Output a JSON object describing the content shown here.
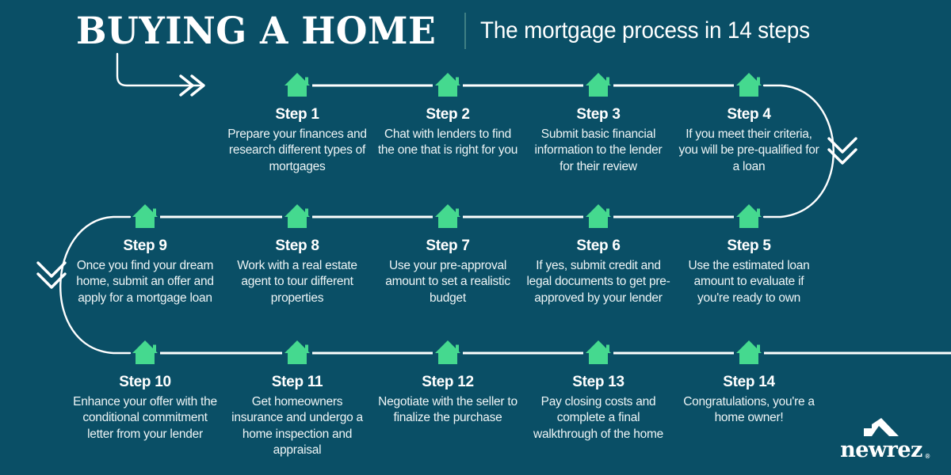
{
  "header": {
    "title": "BUYING A HOME",
    "subtitle": "The mortgage process in 14 steps",
    "divider_color": "#3f7f83"
  },
  "theme": {
    "background": "#0a4f66",
    "house_green": "#45d98f",
    "text_white": "#ffffff",
    "body_text": "#eef5f6"
  },
  "icons": {
    "house": "house-icon",
    "chevron_down": "double-chevron-down-icon",
    "chevron_right": "double-chevron-right-icon",
    "logo_mark": "newrez-roof-logo-icon"
  },
  "rows": [
    {
      "id": "row-1",
      "direction": "left-to-right",
      "steps": [
        {
          "title": "Step 1",
          "desc": "Prepare your finances and research different types of mortgages"
        },
        {
          "title": "Step 2",
          "desc": "Chat with lenders to find the one that is right for you"
        },
        {
          "title": "Step 3",
          "desc": "Submit basic financial information to the lender for their review"
        },
        {
          "title": "Step 4",
          "desc": "If you meet their criteria, you will be pre-qualified for a loan"
        }
      ]
    },
    {
      "id": "row-2",
      "direction": "right-to-left",
      "steps": [
        {
          "title": "Step 9",
          "desc": "Once you find your dream home, submit an offer and apply for a mortgage loan"
        },
        {
          "title": "Step 8",
          "desc": "Work with a real estate agent to tour different properties"
        },
        {
          "title": "Step 7",
          "desc": "Use your pre-approval amount to set a realistic budget"
        },
        {
          "title": "Step 6",
          "desc": "If yes, submit credit and legal documents to get pre-approved by your lender"
        },
        {
          "title": "Step 5",
          "desc": "Use the estimated loan amount to evaluate if you're ready to own"
        }
      ]
    },
    {
      "id": "row-3",
      "direction": "left-to-right",
      "steps": [
        {
          "title": "Step 10",
          "desc": "Enhance your offer with the conditional commitment letter from your lender"
        },
        {
          "title": "Step 11",
          "desc": "Get homeowners insurance and undergo a home inspection and appraisal"
        },
        {
          "title": "Step 12",
          "desc": "Negotiate with the seller to finalize the purchase"
        },
        {
          "title": "Step 13",
          "desc": "Pay closing costs and complete a final walkthrough of the home"
        },
        {
          "title": "Step 14",
          "desc": "Congratulations, you're a home owner!"
        }
      ]
    }
  ],
  "logo": {
    "name": "newrez",
    "registered": "®"
  }
}
